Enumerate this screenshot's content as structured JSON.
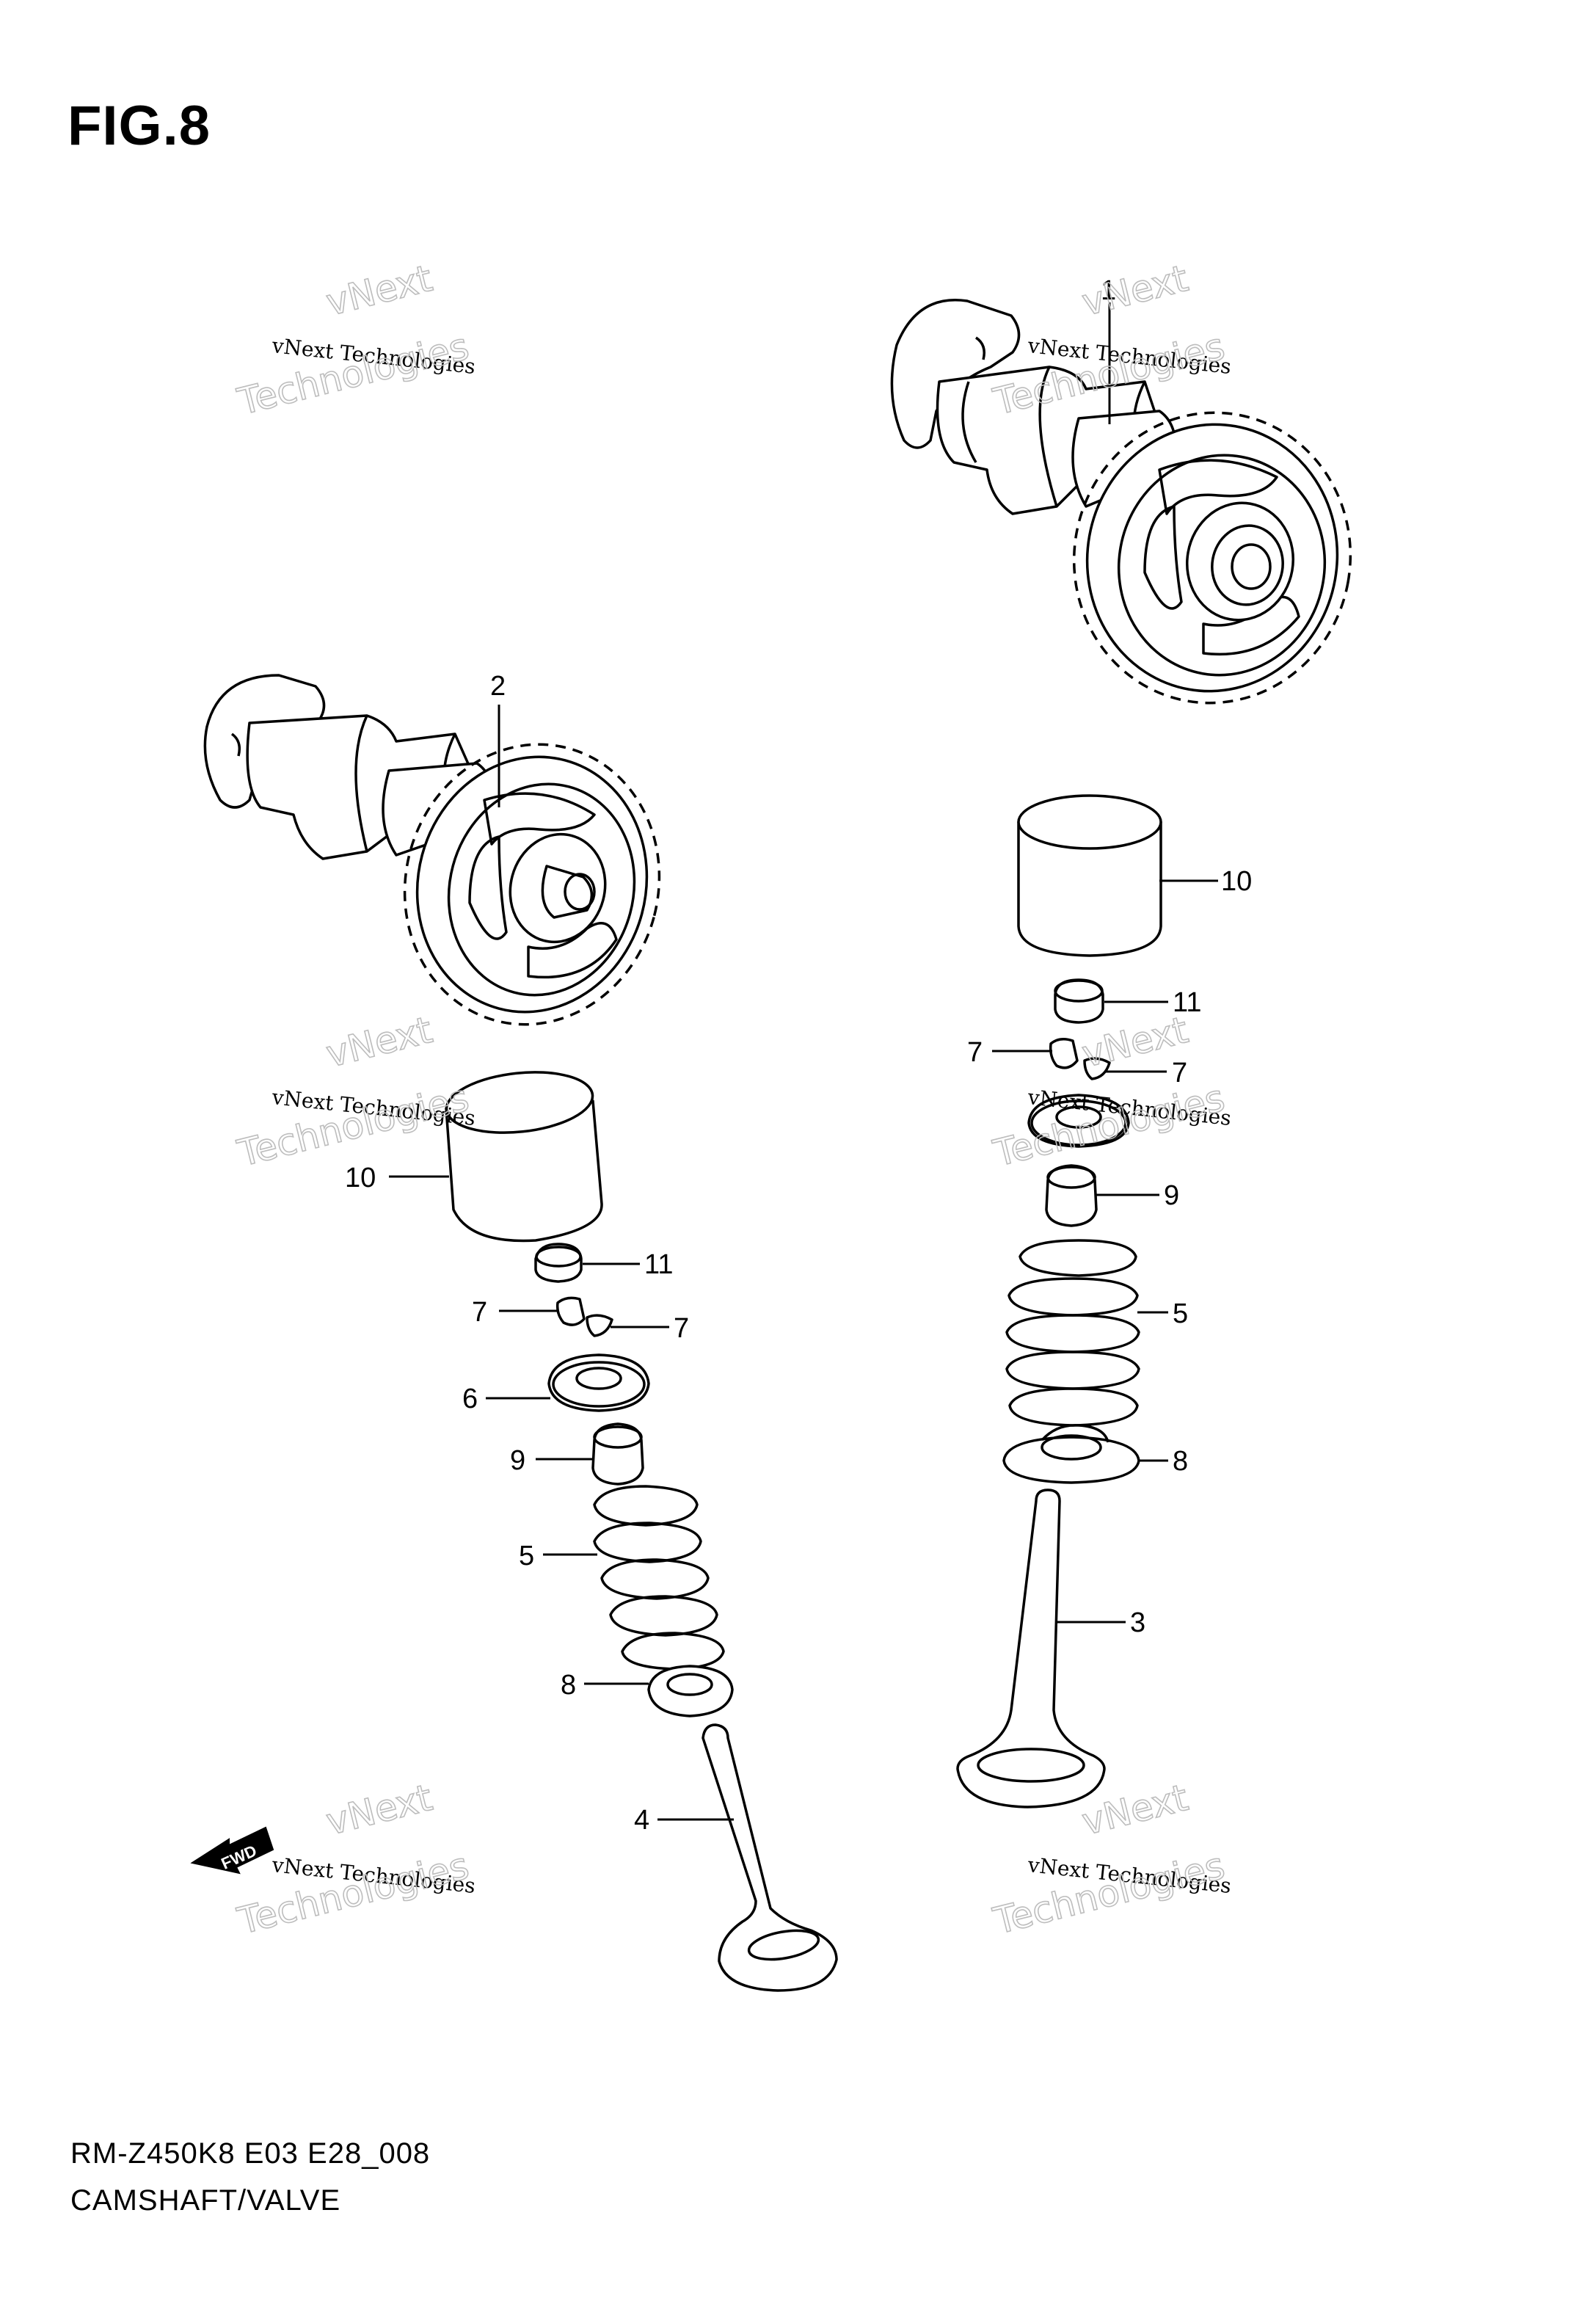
{
  "figure": {
    "title": "FIG.8",
    "footer_code": "RM-Z450K8 E03 E28_008",
    "footer_name": "CAMSHAFT/VALVE"
  },
  "watermark": {
    "line1": "vNext Technologies",
    "big_top": "vNext",
    "big_bottom": "Technologies"
  },
  "fwd_label": "FWD",
  "callouts": {
    "c1": "1",
    "c2": "2",
    "c3": "3",
    "c4": "4",
    "c5_left": "5",
    "c5_right": "5",
    "c6": "6",
    "c7_left_a": "7",
    "c7_left_b": "7",
    "c7_right_a": "7",
    "c7_right_b": "7",
    "c8_left": "8",
    "c8_right": "8",
    "c9_left": "9",
    "c9_right": "9",
    "c10_left": "10",
    "c10_right": "10",
    "c11_left": "11",
    "c11_right": "11"
  }
}
